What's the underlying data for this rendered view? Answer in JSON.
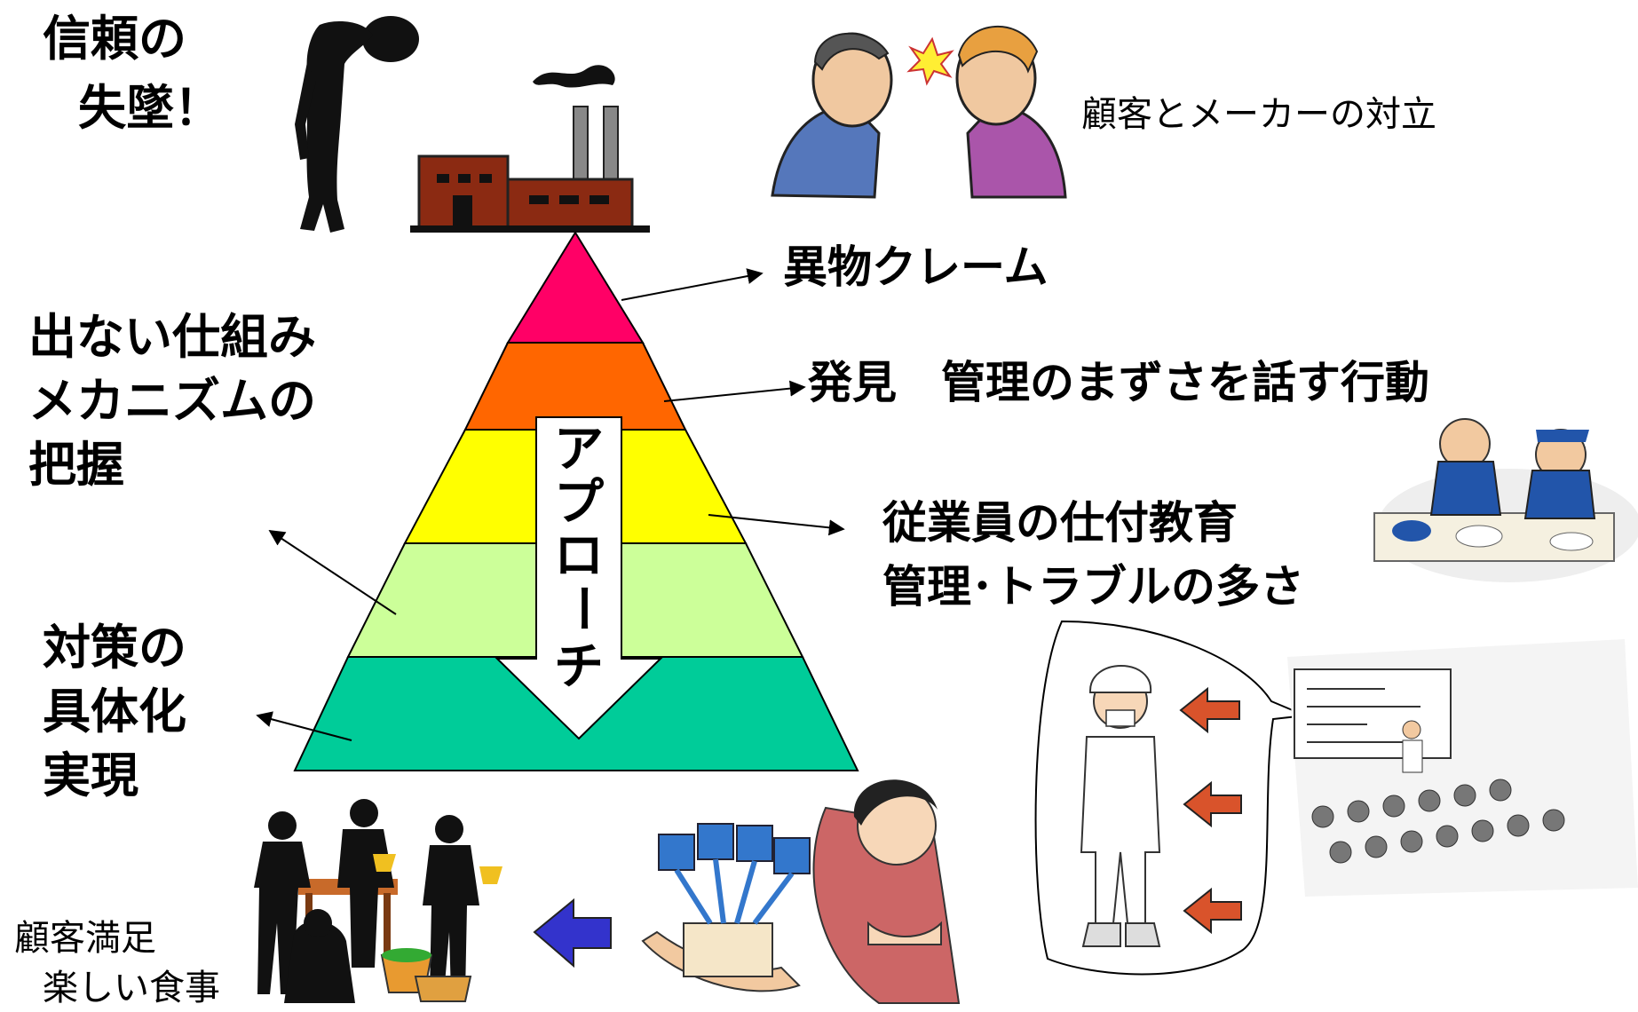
{
  "labels": {
    "trust_loss": [
      "信頼の",
      "失墜！"
    ],
    "conflict": "顧客とメーカーの対立",
    "mechanism": [
      "出ない仕組み",
      "メカニズムの",
      "把握"
    ],
    "countermeasure": [
      "対策の",
      "具体化",
      "実現"
    ],
    "satisfaction": [
      "顧客満足",
      "楽しい食事"
    ]
  },
  "pyramid": {
    "arrow_text": [
      "ア",
      "プ",
      "ロ",
      "ー",
      "チ"
    ],
    "layers": [
      {
        "color": "#ff0066"
      },
      {
        "color": "#ff6600"
      },
      {
        "color": "#ffff00"
      },
      {
        "color": "#ccff99"
      },
      {
        "color": "#00cc99"
      }
    ]
  },
  "annotations": {
    "claim": "異物クレーム",
    "discovery": "発見　管理のまずさを話す行動",
    "education": [
      "従業員の仕付教育",
      "管理･トラブルの多さ"
    ]
  },
  "colors": {
    "factory": "#8b2a12",
    "blue_arrow": "#3333cc",
    "red_arrow": "#d9532b",
    "text": "#000000"
  }
}
